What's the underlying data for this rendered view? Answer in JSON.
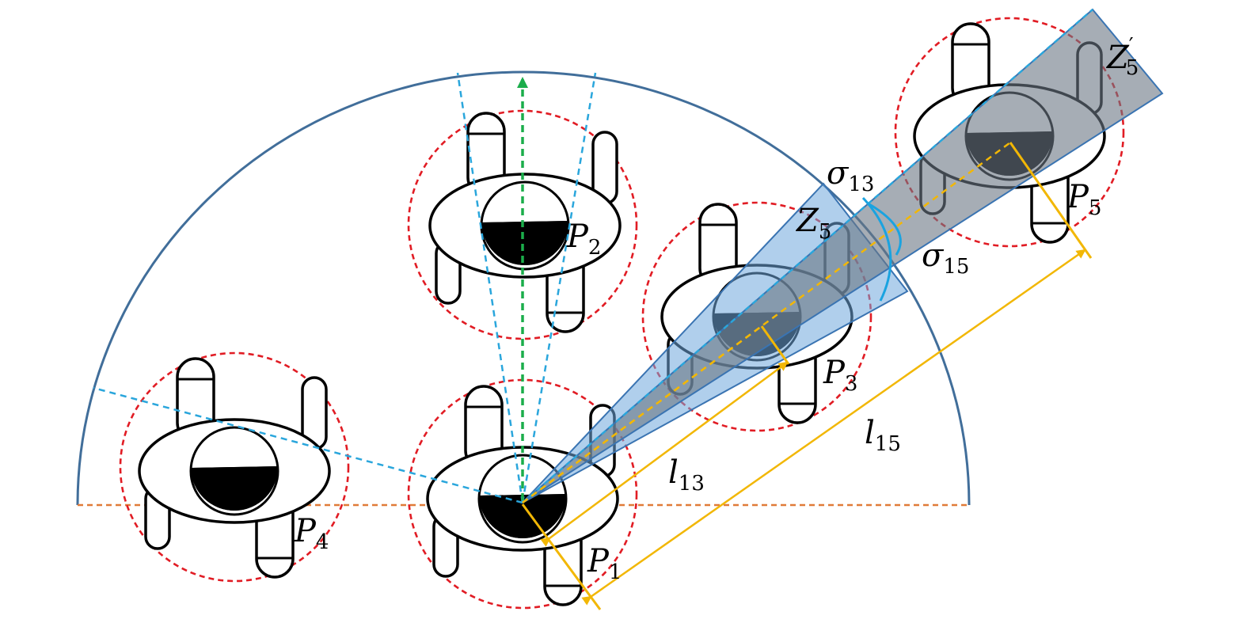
{
  "colors": {
    "range_arc": "#416e9a",
    "baseline": "#e07b39",
    "safety_circle": "#e11c24",
    "fov_lines": "#2aa6dc",
    "heading_arrow": "#1bad4b",
    "cone_fill": "#6fa8dc",
    "cone_stroke": "#3a74b2",
    "wedge_fill": "#6b7683",
    "distance_lines": "#f2b705",
    "angle_arc": "#1aa3e0"
  },
  "robots": [
    {
      "id": "P1",
      "label": "P",
      "sub": "1"
    },
    {
      "id": "P2",
      "label": "P",
      "sub": "2"
    },
    {
      "id": "P3",
      "label": "P",
      "sub": "3"
    },
    {
      "id": "P4",
      "label": "P",
      "sub": "4"
    },
    {
      "id": "P5",
      "label": "P",
      "sub": "5"
    }
  ],
  "labels": {
    "sigma13": {
      "main": "σ",
      "sub": "13"
    },
    "sigma15": {
      "main": "σ",
      "sub": "15"
    },
    "Z5": {
      "main": "Z",
      "sub": "5"
    },
    "Z5prime": {
      "main": "Z",
      "sub": "5",
      "prime": "′"
    },
    "l13": {
      "main": "l",
      "sub": "13"
    },
    "l15": {
      "main": "l",
      "sub": "15"
    }
  }
}
